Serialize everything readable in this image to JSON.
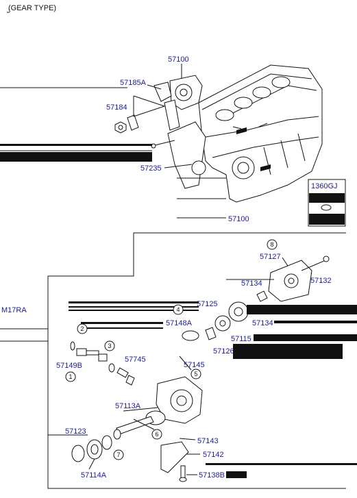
{
  "header": {
    "title": "(GEAR TYPE)"
  },
  "labels": {
    "p57100_top": "57100",
    "p57185A": "57185A",
    "p57184": "57184",
    "p57235": "57235",
    "p1360GJ": "1360GJ",
    "p57100_mid": "57100",
    "p57127": "57127",
    "p57132": "57132",
    "p57134a": "57134",
    "p57125": "57125",
    "p57134b": "57134",
    "p57148A": "57148A",
    "p57115": "57115",
    "p57149B": "57149B",
    "p57145": "57145",
    "p57126": "57126",
    "p57745": "57745",
    "p57113A": "57113A",
    "p57123": "57123",
    "p57143": "57143",
    "p57142": "57142",
    "p57114A": "57114A",
    "p57138B": "57138B",
    "side": "M17RA"
  },
  "callouts": [
    "1",
    "2",
    "3",
    "4",
    "5",
    "6",
    "7",
    "8"
  ]
}
